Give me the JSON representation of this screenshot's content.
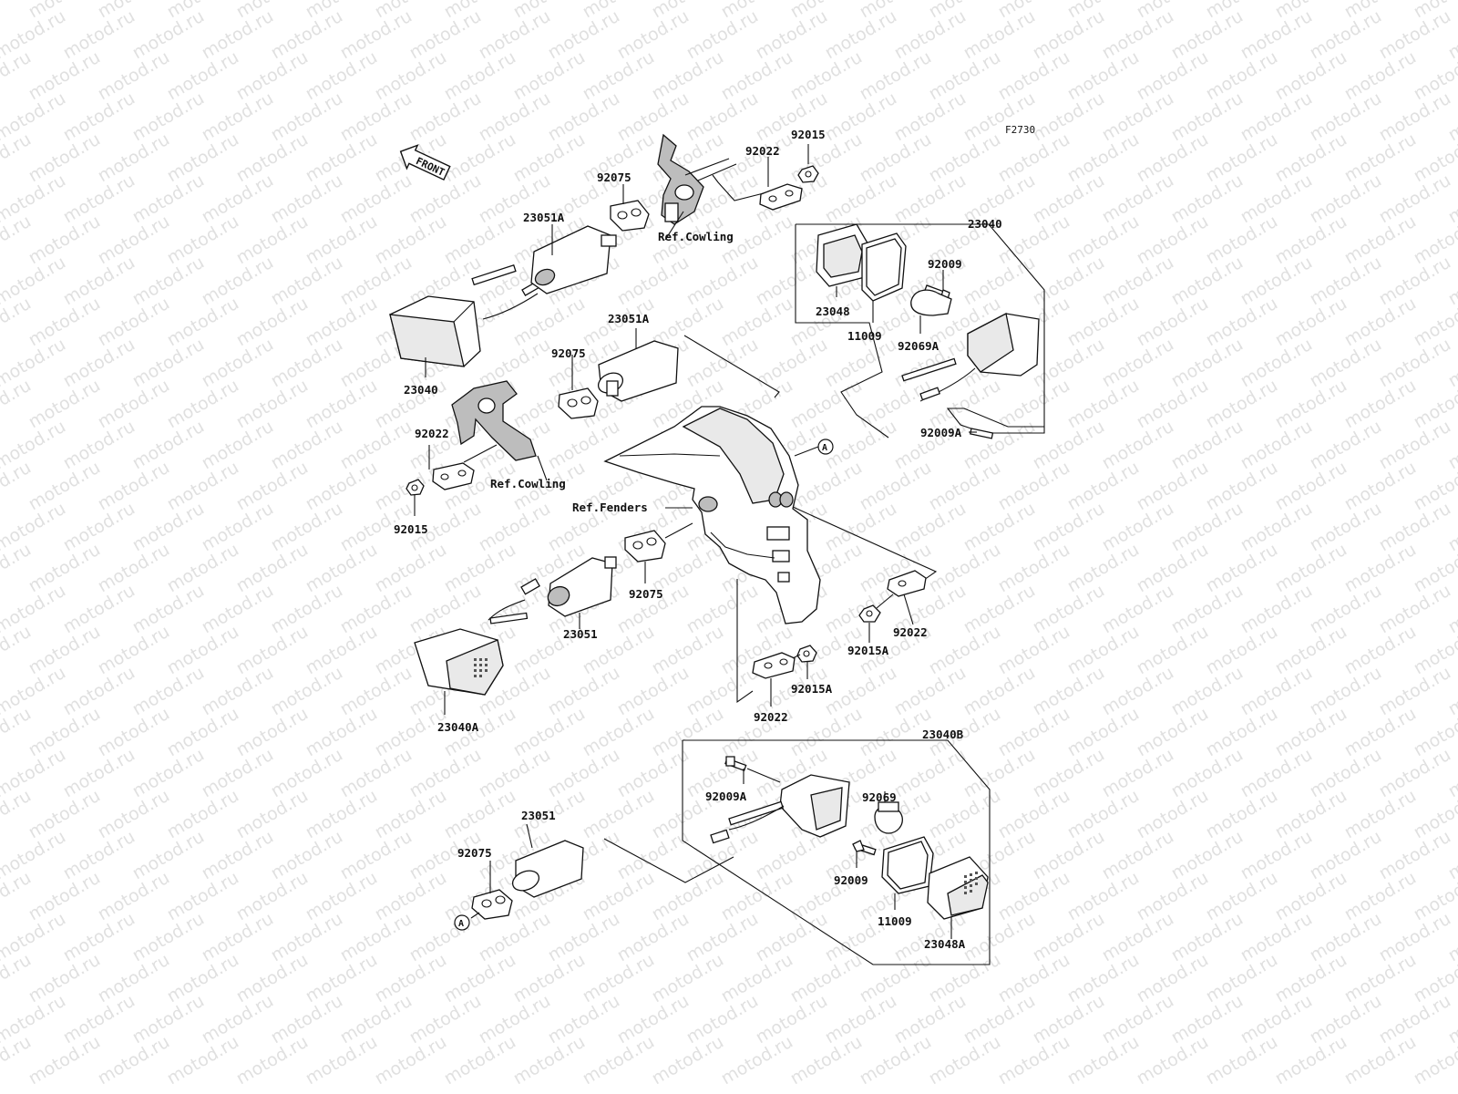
{
  "figure_code": "F2730",
  "watermark": "motod.ru",
  "front_arrow": "FRONT",
  "ref_labels": {
    "cowling_top": "Ref.Cowling",
    "cowling_left": "Ref.Cowling",
    "fenders": "Ref.Fenders"
  },
  "connector": "A",
  "parts": [
    {
      "id": "p-92015-top",
      "number": "92015"
    },
    {
      "id": "p-92022-top",
      "number": "92022"
    },
    {
      "id": "p-92075-top",
      "number": "92075"
    },
    {
      "id": "p-23051A-top",
      "number": "23051A"
    },
    {
      "id": "p-23040-rightgroup",
      "number": "23040"
    },
    {
      "id": "p-92009-right",
      "number": "92009"
    },
    {
      "id": "p-23048",
      "number": "23048"
    },
    {
      "id": "p-11009-right",
      "number": "11009"
    },
    {
      "id": "p-92069A",
      "number": "92069A"
    },
    {
      "id": "p-23051A-mid",
      "number": "23051A"
    },
    {
      "id": "p-92075-mid",
      "number": "92075"
    },
    {
      "id": "p-23040-left",
      "number": "23040"
    },
    {
      "id": "p-92022-left",
      "number": "92022"
    },
    {
      "id": "p-92009A-right",
      "number": "92009A"
    },
    {
      "id": "p-92015-left",
      "number": "92015"
    },
    {
      "id": "p-92075-lower",
      "number": "92075"
    },
    {
      "id": "p-23051-lower",
      "number": "23051"
    },
    {
      "id": "p-92022-lowerright",
      "number": "92022"
    },
    {
      "id": "p-92015A-upper",
      "number": "92015A"
    },
    {
      "id": "p-92015A-lower",
      "number": "92015A"
    },
    {
      "id": "p-92022-bottom",
      "number": "92022"
    },
    {
      "id": "p-23040A",
      "number": "23040A"
    },
    {
      "id": "p-23040B",
      "number": "23040B"
    },
    {
      "id": "p-92009A-bottom",
      "number": "92009A"
    },
    {
      "id": "p-92069",
      "number": "92069"
    },
    {
      "id": "p-23051-bottom",
      "number": "23051"
    },
    {
      "id": "p-92075-bottom",
      "number": "92075"
    },
    {
      "id": "p-92009-bottom",
      "number": "92009"
    },
    {
      "id": "p-11009-bottom",
      "number": "11009"
    },
    {
      "id": "p-23048A",
      "number": "23048A"
    }
  ]
}
